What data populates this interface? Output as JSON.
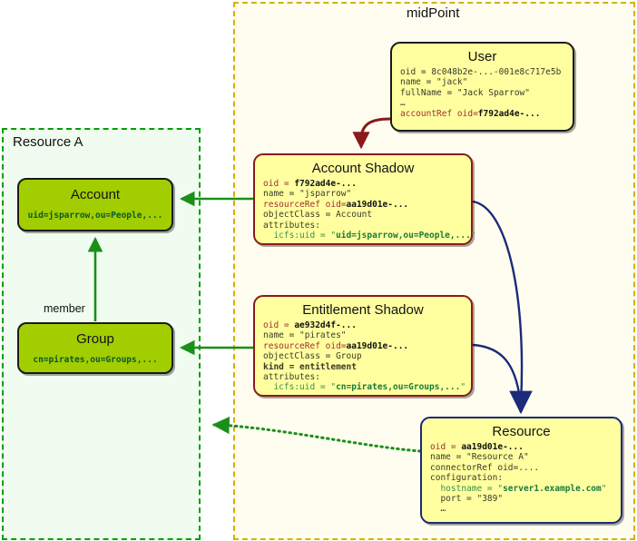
{
  "panels": {
    "resource_a": {
      "title": "Resource A",
      "border_color": "#00a000",
      "fill": "#f0fcf0"
    },
    "midpoint": {
      "title": "midPoint",
      "border_color": "#d4b106",
      "fill": "#fffdf0"
    }
  },
  "resource_objects": {
    "account": {
      "title": "Account",
      "attr": "uid=jsparrow,ou=People,...",
      "fill": "#a2cd00"
    },
    "group": {
      "title": "Group",
      "attr": "cn=pirates,ou=Groups,...",
      "fill": "#a2cd00"
    },
    "member_edge_label": "member"
  },
  "midpoint_objects": {
    "user": {
      "title": "User",
      "border_color": "#1a1a1a",
      "lines": [
        {
          "text": "oid = 8c048b2e-...-001e8c717e5b",
          "style": "dark"
        },
        {
          "text": "name = \"jack\"",
          "style": "dark"
        },
        {
          "text": "fullName = \"Jack Sparrow\"",
          "style": "dark"
        },
        {
          "text": "…",
          "style": "dark"
        },
        {
          "text": "accountRef oid=",
          "bold": "f792ad4e-...",
          "style": "red"
        }
      ]
    },
    "account_shadow": {
      "title": "Account Shadow",
      "border_color": "#8b1a1a",
      "lines": [
        {
          "text": "oid = ",
          "bold": "f792ad4e-...",
          "style": "red"
        },
        {
          "text": "name = \"jsparrow\"",
          "style": "dark"
        },
        {
          "text": "resourceRef oid=",
          "bold": "aa19d01e-...",
          "style": "red"
        },
        {
          "text": "objectClass = Account",
          "style": "dark"
        },
        {
          "text": "attributes:",
          "style": "dark"
        },
        {
          "text": "  icfs:uid = \"",
          "bold": "uid=jsparrow,ou=People,...",
          "tail": "\"",
          "style": "green"
        }
      ]
    },
    "entitlement_shadow": {
      "title": "Entitlement Shadow",
      "border_color": "#8b1a1a",
      "lines": [
        {
          "text": "oid = ",
          "bold": "ae932d4f-...",
          "style": "red"
        },
        {
          "text": "name = \"pirates\"",
          "style": "dark"
        },
        {
          "text": "resourceRef oid=",
          "bold": "aa19d01e-...",
          "style": "red"
        },
        {
          "text": "objectClass = Group",
          "style": "dark"
        },
        {
          "text": "kind = entitlement",
          "style": "dark-bold"
        },
        {
          "text": "attributes:",
          "style": "dark"
        },
        {
          "text": "  icfs:uid = \"",
          "bold": "cn=pirates,ou=Groups,...",
          "tail": "\"",
          "style": "green"
        }
      ]
    },
    "resource": {
      "title": "Resource",
      "border_color": "#1b2a7a",
      "lines": [
        {
          "text": "oid = ",
          "bold": "aa19d01e-...",
          "style": "red"
        },
        {
          "text": "name = \"Resource A\"",
          "style": "dark"
        },
        {
          "text": "connectorRef oid=....",
          "style": "dark"
        },
        {
          "text": "configuration:",
          "style": "dark"
        },
        {
          "text": "  hostname = \"",
          "bold": "server1.example.com",
          "tail": "\"",
          "style": "green"
        },
        {
          "text": "  port = \"389\"",
          "style": "dark"
        },
        {
          "text": "  …",
          "style": "dark"
        }
      ]
    }
  },
  "arrows": {
    "user_to_account_shadow": {
      "color": "#8b1a1a",
      "name": "accountRef-arrow"
    },
    "account_shadow_to_account": {
      "color": "#1a8f1a",
      "name": "shadow-to-account-arrow"
    },
    "entitlement_shadow_to_group": {
      "color": "#1a8f1a",
      "name": "shadow-to-group-arrow"
    },
    "account_shadow_to_resource": {
      "color": "#1b2a7a",
      "name": "account-resourceref-arrow"
    },
    "entitlement_shadow_to_resource": {
      "color": "#1b2a7a",
      "name": "entitlement-resourceref-arrow"
    },
    "resource_to_resource_a": {
      "color": "#1a8f1a",
      "name": "resource-to-panel-arrow",
      "dashed": true
    },
    "group_to_account": {
      "color": "#1a8f1a",
      "name": "member-arrow"
    }
  }
}
